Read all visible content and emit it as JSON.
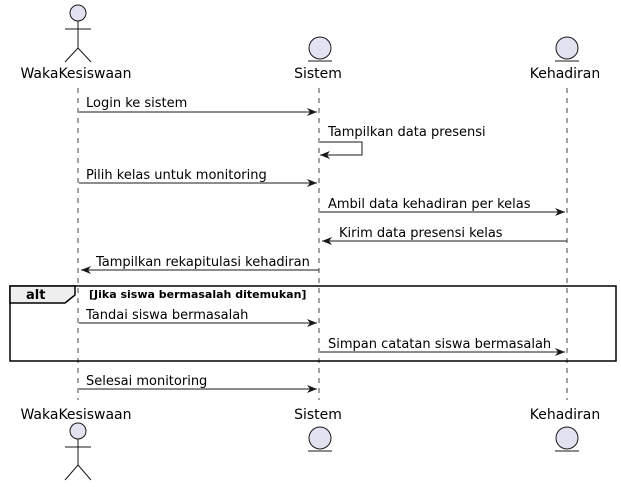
{
  "participants": {
    "waka": {
      "label": "WakaKesiswaan",
      "kind": "actor"
    },
    "sistem": {
      "label": "Sistem",
      "kind": "entity"
    },
    "kehadiran": {
      "label": "Kehadiran",
      "kind": "entity"
    }
  },
  "messages": [
    {
      "from": "waka",
      "to": "sistem",
      "label": "Login ke sistem"
    },
    {
      "from": "sistem",
      "to": "sistem",
      "label": "Tampilkan data presensi"
    },
    {
      "from": "waka",
      "to": "sistem",
      "label": "Pilih kelas untuk monitoring"
    },
    {
      "from": "sistem",
      "to": "kehadiran",
      "label": "Ambil data kehadiran per kelas"
    },
    {
      "from": "kehadiran",
      "to": "sistem",
      "label": "Kirim data presensi kelas"
    },
    {
      "from": "sistem",
      "to": "waka",
      "label": "Tampilkan rekapitulasi kehadiran"
    },
    {
      "from": "waka",
      "to": "sistem",
      "label": "Tandai siswa bermasalah"
    },
    {
      "from": "sistem",
      "to": "kehadiran",
      "label": "Simpan catatan siswa bermasalah"
    },
    {
      "from": "waka",
      "to": "sistem",
      "label": "Selesai monitoring"
    }
  ],
  "alt": {
    "tag": "alt",
    "condition": "[Jika siswa bermasalah ditemukan]"
  },
  "colors": {
    "participant_fill": "#E2E2F0",
    "participant_stroke": "#181818",
    "lifeline": "#181818",
    "arrow": "#181818"
  }
}
